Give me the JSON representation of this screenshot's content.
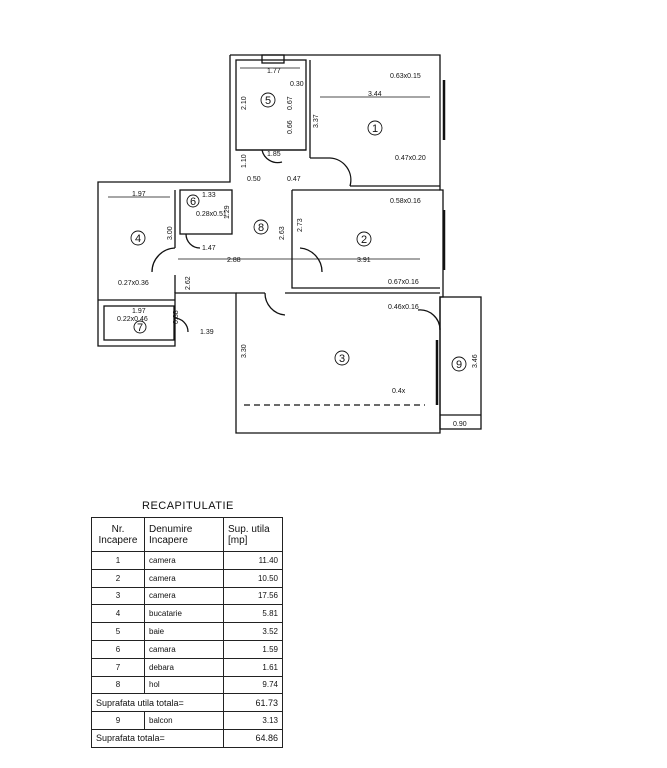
{
  "plan": {
    "rooms": [
      {
        "id": "room-1",
        "num": "1"
      },
      {
        "id": "room-2",
        "num": "2"
      },
      {
        "id": "room-3",
        "num": "3"
      },
      {
        "id": "room-4",
        "num": "4"
      },
      {
        "id": "room-5",
        "num": "5"
      },
      {
        "id": "room-6",
        "num": "6"
      },
      {
        "id": "room-7",
        "num": "7"
      },
      {
        "id": "room-8",
        "num": "8"
      },
      {
        "id": "room-9",
        "num": "9"
      }
    ],
    "dimensions": [
      "1.77",
      "0.30",
      "2.10",
      "0.67",
      "3.37",
      "0.66",
      "0.63x0.15",
      "3.44",
      "0.47x0.20",
      "1.10",
      "1.85",
      "0.50",
      "0.47",
      "1.97",
      "1.33",
      "0.28x0.51",
      "1.29",
      "0.58x0.16",
      "3.00",
      "1.47",
      "2.73",
      "2.63",
      "2.88",
      "3.91",
      "0.27x0.36",
      "2.62",
      "0.67x0.16",
      "1.97",
      "0.22x0.46",
      "0.88",
      "1.39",
      "0.46x0.16",
      "3.30",
      "3.46",
      "0.4x",
      "0.90"
    ]
  },
  "recap": {
    "title": "RECAPITULATIE",
    "headers": [
      "Nr. Incapere",
      "Denumire Incapere",
      "Sup. utila [mp]"
    ],
    "rows": [
      {
        "nr": "1",
        "name": "camera",
        "area": "11.40"
      },
      {
        "nr": "2",
        "name": "camera",
        "area": "10.50"
      },
      {
        "nr": "3",
        "name": "camera",
        "area": "17.56"
      },
      {
        "nr": "4",
        "name": "bucatarie",
        "area": "5.81"
      },
      {
        "nr": "5",
        "name": "baie",
        "area": "3.52"
      },
      {
        "nr": "6",
        "name": "camara",
        "area": "1.59"
      },
      {
        "nr": "7",
        "name": "debara",
        "area": "1.61"
      },
      {
        "nr": "8",
        "name": "hol",
        "area": "9.74"
      }
    ],
    "util_total": {
      "label": "Suprafata utila totala=",
      "value": "61.73"
    },
    "balcon": {
      "nr": "9",
      "name": "balcon",
      "area": "3.13"
    },
    "total": {
      "label": "Suprafata totala=",
      "value": "64.86"
    }
  }
}
